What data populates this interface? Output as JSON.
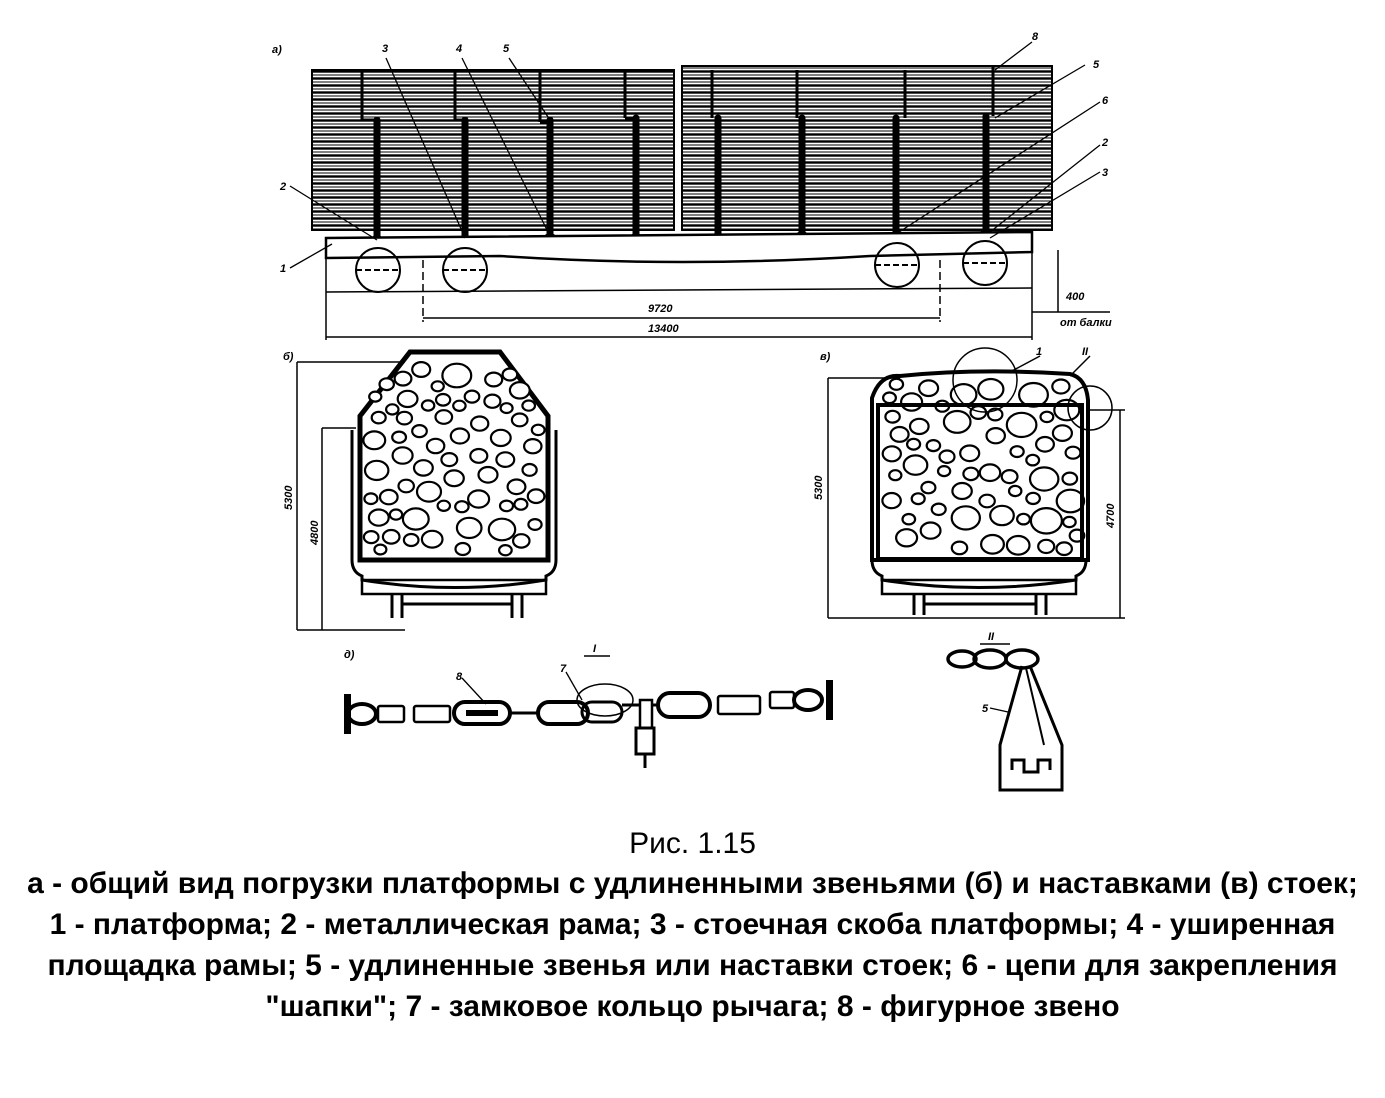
{
  "figure": {
    "panel_labels": {
      "a": "а)",
      "b": "б)",
      "v": "в)",
      "d": "д)"
    },
    "callouts": {
      "top_3": "3",
      "top_4": "4",
      "top_5": "5",
      "top_8": "8",
      "right_5": "5",
      "right_6": "6",
      "right_2": "2",
      "right_3": "3",
      "left_2": "2",
      "left_1": "1"
    },
    "dimensions": {
      "inner_base": "9720",
      "overall_length": "13400",
      "rail_height": "400",
      "rail_note": "от балки",
      "b_total_height": "5300",
      "b_load_height": "4800",
      "v_total_height": "5300",
      "v_load_height": "4700"
    },
    "section_marks": {
      "v_mark_1": "1",
      "v_mark_2": "II",
      "detail_1": "I",
      "detail_2": "II"
    },
    "detail_callouts": {
      "chain_8": "8",
      "chain_7": "7",
      "hook_5": "5"
    }
  },
  "caption": {
    "number": "Рис. 1.15",
    "text": "а - общий вид погрузки платформы с удлиненными звеньями (б) и наставками (в) стоек; 1 - платформа; 2 - металлическая рама; 3 - стоечная скоба платформы; 4 - уширенная площадка рамы; 5 - удлиненные звенья или наставки стоек; 6 - цепи для закрепления \"шапки\"; 7 - замковое кольцо рычага; 8 - фигурное звено"
  }
}
